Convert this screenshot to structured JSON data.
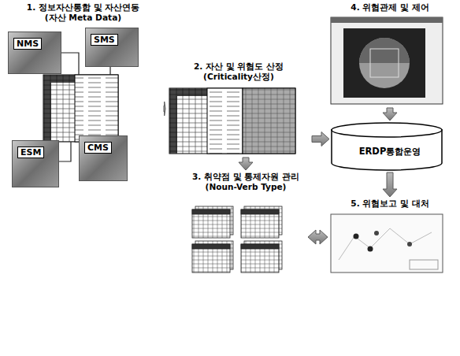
{
  "diagram": {
    "nodes": [
      {
        "text": [
          "1. 정보자산통합 및 자산연동",
          "(자산 Meta Data)"
        ]
      },
      {
        "text": [
          "NMS"
        ],
        "in": 0
      },
      {
        "text": [
          "SMS"
        ],
        "in": 0
      },
      {
        "text": [
          "ESM"
        ],
        "in": 0
      },
      {
        "text": [
          "CMS"
        ],
        "in": 0
      },
      {
        "text": [
          "2. 자산 및 위협도 산정",
          "(Criticality산정)"
        ]
      },
      {
        "text": [
          "3. 취약점 및 통제자원 관리",
          "(Noun-Verb Type)"
        ]
      },
      {
        "text": [
          "4. 위협관제 및 제어"
        ]
      },
      {
        "text": [
          "ERDP통합운영"
        ]
      },
      {
        "text": [
          "5. 위협보고 및 대처"
        ]
      }
    ],
    "edges": [
      {
        "from": 0,
        "to": 5,
        "arrow": "to"
      },
      {
        "from": 5,
        "to": 6,
        "arrow": "to"
      },
      {
        "from": 5,
        "to": 8,
        "arrow": "to"
      },
      {
        "from": 7,
        "to": 8,
        "arrow": "to"
      },
      {
        "from": 8,
        "to": 9,
        "arrow": "to"
      },
      {
        "from": 6,
        "to": 9,
        "arrow": "both"
      }
    ]
  }
}
